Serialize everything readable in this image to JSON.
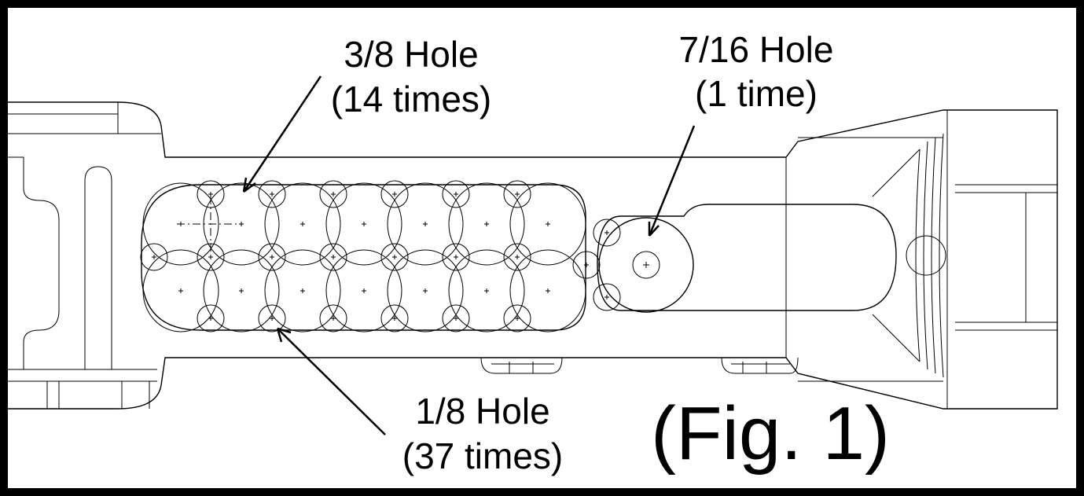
{
  "labels": {
    "hole_3_8": {
      "name": "3/8 Hole",
      "count": "(14 times)"
    },
    "hole_7_16": {
      "name": "7/16 Hole",
      "count": "(1 time)"
    },
    "hole_1_8": {
      "name": "1/8 Hole",
      "count": "(37 times)"
    },
    "figure": "(Fig. 1)"
  }
}
